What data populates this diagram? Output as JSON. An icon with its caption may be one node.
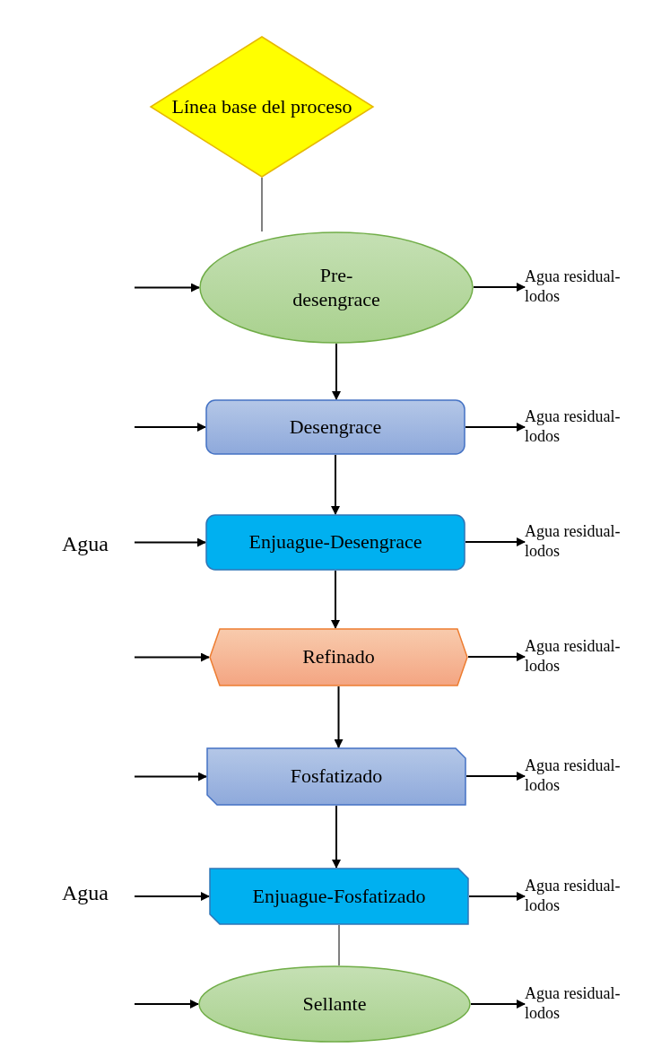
{
  "diagram": {
    "nodes": [
      {
        "text": [
          "Línea base del proceso"
        ]
      },
      {
        "text": [
          "Pre-desengrace"
        ]
      },
      {
        "text": [
          "Desengrace"
        ]
      },
      {
        "text": [
          "Enjuague-Desengrace"
        ]
      },
      {
        "text": [
          "Refinado"
        ]
      },
      {
        "text": [
          "Fosfatizado"
        ]
      },
      {
        "text": [
          "Enjuague-Fosfatizado"
        ]
      },
      {
        "text": [
          "Sellante"
        ]
      },
      {
        "text": [
          "Agua"
        ]
      },
      {
        "text": [
          "Agua"
        ]
      },
      {
        "text": [
          "Agua residual-lodos"
        ]
      },
      {
        "text": [
          "Agua residual-lodos"
        ]
      },
      {
        "text": [
          "Agua residual-lodos"
        ]
      },
      {
        "text": [
          "Agua residual-lodos"
        ]
      },
      {
        "text": [
          "Agua residual-lodos"
        ]
      },
      {
        "text": [
          "Agua residual-lodos"
        ]
      },
      {
        "text": [
          "Agua residual-lodos"
        ]
      }
    ],
    "edges": [
      {
        "from": 0,
        "to": 1,
        "arrow": "none"
      },
      {
        "from": 1,
        "to": 2,
        "arrow": "to"
      },
      {
        "from": 2,
        "to": 3,
        "arrow": "to"
      },
      {
        "from": 3,
        "to": 4,
        "arrow": "to"
      },
      {
        "from": 4,
        "to": 5,
        "arrow": "to"
      },
      {
        "from": 5,
        "to": 6,
        "arrow": "to"
      },
      {
        "from": 6,
        "to": 7,
        "arrow": "none"
      },
      {
        "from": null,
        "to": 1,
        "arrow": "to"
      },
      {
        "from": null,
        "to": 2,
        "arrow": "to"
      },
      {
        "from": 8,
        "to": 3,
        "arrow": "to"
      },
      {
        "from": null,
        "to": 4,
        "arrow": "to"
      },
      {
        "from": null,
        "to": 5,
        "arrow": "to"
      },
      {
        "from": 9,
        "to": 6,
        "arrow": "to"
      },
      {
        "from": null,
        "to": 7,
        "arrow": "to"
      },
      {
        "from": 1,
        "to": 10,
        "arrow": "to"
      },
      {
        "from": 2,
        "to": 11,
        "arrow": "to"
      },
      {
        "from": 3,
        "to": 12,
        "arrow": "to"
      },
      {
        "from": 4,
        "to": 13,
        "arrow": "to"
      },
      {
        "from": 5,
        "to": 14,
        "arrow": "to"
      },
      {
        "from": 6,
        "to": 15,
        "arrow": "to"
      },
      {
        "from": 7,
        "to": 16,
        "arrow": "to"
      }
    ]
  }
}
